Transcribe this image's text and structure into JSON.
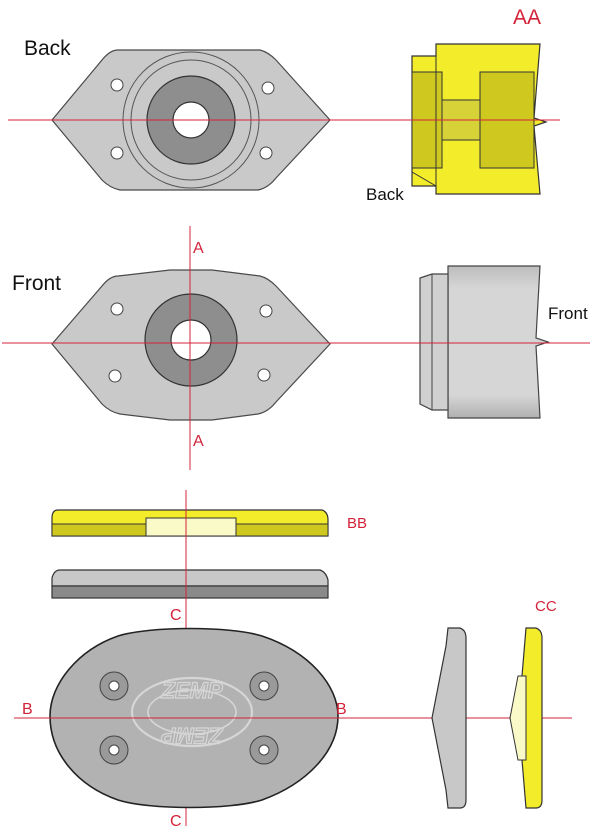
{
  "labels": {
    "back_title": "Back",
    "front_title": "Front",
    "section_aa": "AA",
    "back_side": "Back",
    "front_side": "Front",
    "a_top": "A",
    "a_bottom": "A",
    "section_bb": "BB",
    "section_cc": "CC",
    "c_top": "C",
    "c_bottom": "C",
    "b_left": "B",
    "b_right": "B"
  },
  "colors": {
    "part_gray": "#c8c8c8",
    "part_dark": "#8a8a8a",
    "section_yellow": "#f2ec2a",
    "section_shade": "#cfc91f",
    "insert_light": "#fafac8",
    "axis_red": "#d3233a"
  }
}
